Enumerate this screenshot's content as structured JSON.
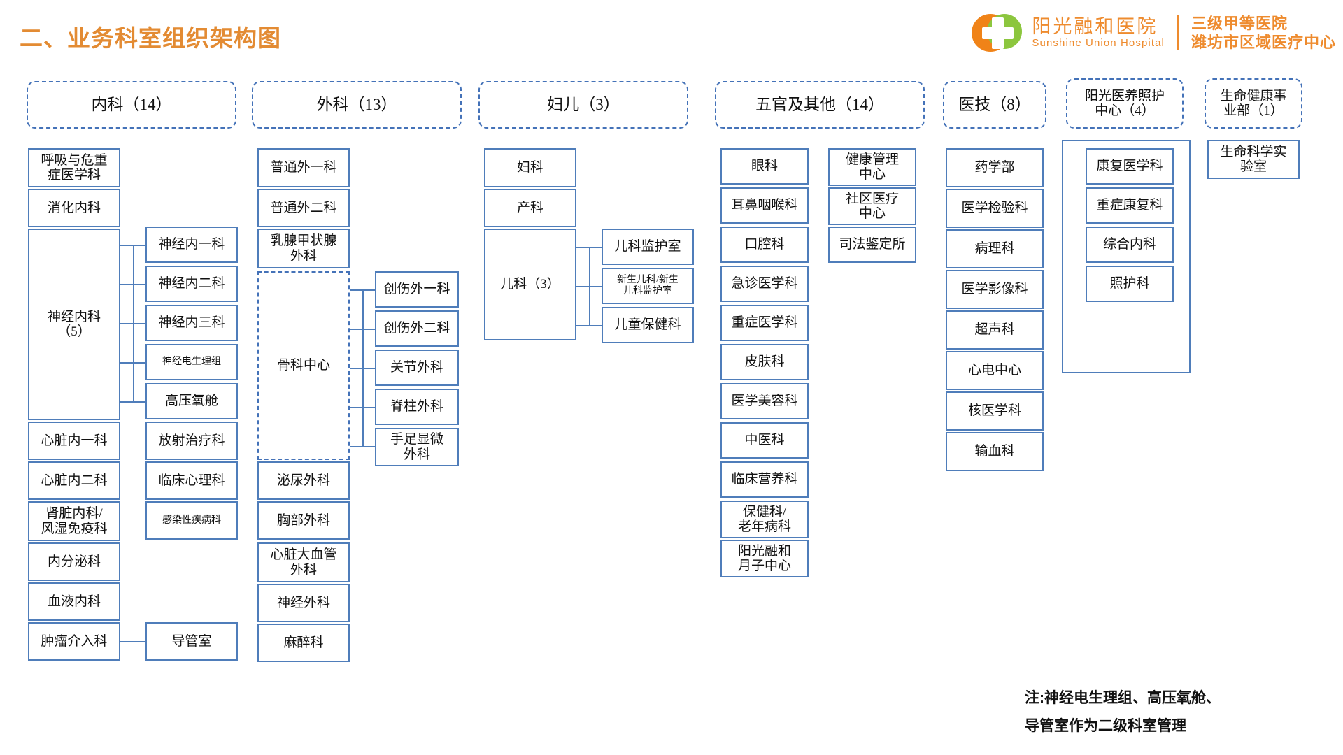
{
  "header": {
    "title": "二、业务科室组织架构图",
    "logo": {
      "icon": "hospital-cross-logo",
      "name_cn": "阳光融和医院",
      "name_en": "Sunshine Union Hospital",
      "tagline_line1": "三级甲等医院",
      "tagline_line2": "潍坊市区域医疗中心"
    },
    "colors": {
      "title": "#E38B33",
      "brand_orange": "#EE8B2E",
      "brand_green": "#8CC63E",
      "node_border": "#4F7DBA"
    }
  },
  "columns": {
    "neike": {
      "header": "内科（14）",
      "items": [
        "呼吸与危重\n症医学科",
        "消化内科",
        "神经内科\n（5）",
        "心脏内一科",
        "心脏内二科",
        "肾脏内科/\n风湿免疫科",
        "内分泌科",
        "血液内科",
        "肿瘤介入科"
      ],
      "shenjing_children": [
        "神经内一科",
        "神经内二科",
        "神经内三科",
        "神经电生理组",
        "高压氧舱"
      ],
      "second_col": [
        "放射治疗科",
        "临床心理科",
        "感染性疾病科"
      ],
      "daoguanshi": "导管室"
    },
    "waike": {
      "header": "外科（13）",
      "items": [
        "普通外一科",
        "普通外二科",
        "乳腺甲状腺\n外科",
        "骨科中心",
        "泌尿外科",
        "胸部外科",
        "心脏大血管\n外科",
        "神经外科",
        "麻醉科"
      ],
      "guke_children": [
        "创伤外一科",
        "创伤外二科",
        "关节外科",
        "脊柱外科",
        "手足显微\n外科"
      ]
    },
    "fuer": {
      "header": "妇儿（3）",
      "items": [
        "妇科",
        "产科",
        "儿科（3）"
      ],
      "erke_children": [
        "儿科监护室",
        "新生儿科/新生\n儿科监护室",
        "儿童保健科"
      ]
    },
    "wuguan": {
      "header": "五官及其他（14）",
      "items_left": [
        "眼科",
        "耳鼻咽喉科",
        "口腔科",
        "急诊医学科",
        "重症医学科",
        "皮肤科",
        "医学美容科",
        "中医科",
        "临床营养科",
        "保健科/\n老年病科",
        "阳光融和\n月子中心"
      ],
      "items_right": [
        "健康管理\n中心",
        "社区医疗\n中心",
        "司法鉴定所"
      ]
    },
    "yiji": {
      "header": "医技（8）",
      "items": [
        "药学部",
        "医学检验科",
        "病理科",
        "医学影像科",
        "超声科",
        "心电中心",
        "核医学科",
        "输血科"
      ]
    },
    "yangguang": {
      "header": "阳光医养照护\n中心（4）",
      "items": [
        "康复医学科",
        "重症康复科",
        "综合内科",
        "照护科"
      ]
    },
    "shengming": {
      "header": "生命健康事\n业部（1）",
      "items": [
        "生命科学实\n验室"
      ]
    }
  },
  "footer_note": {
    "line1": "注:神经电生理组、高压氧舱、",
    "line2": "导管室作为二级科室管理"
  }
}
